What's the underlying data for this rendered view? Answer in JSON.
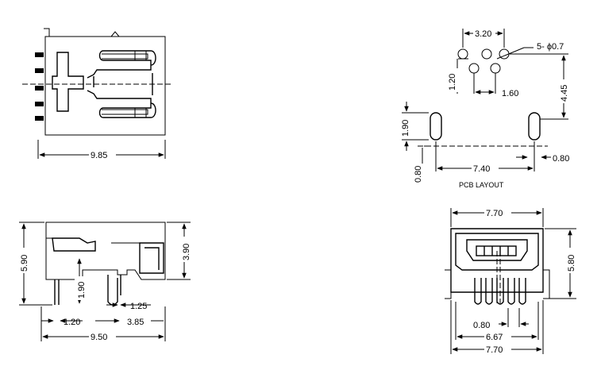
{
  "views": {
    "top": {
      "width": "9.85"
    },
    "side": {
      "height": "5.90",
      "body_height": "3.90",
      "pin_length": "1.90",
      "pin_pitch_a": "1.20",
      "post_width": "1.25",
      "post_offset": "3.85",
      "length": "9.50"
    },
    "pcb": {
      "pitch": "3.20",
      "holes": "5- ϕ0.7",
      "row_offset": "1.20",
      "pin_spacing": "1.60",
      "slot_offset": "4.45",
      "slot_height": "1.90",
      "slot_width_left": "0.80",
      "slot_width_right": "0.80",
      "slot_spacing": "7.40",
      "caption": "PCB  LAYOUT"
    },
    "front": {
      "top_width": "7.70",
      "height": "5.80",
      "pin_pitch": "0.80",
      "pin_span": "6.67",
      "bottom_width": "7.70"
    }
  }
}
